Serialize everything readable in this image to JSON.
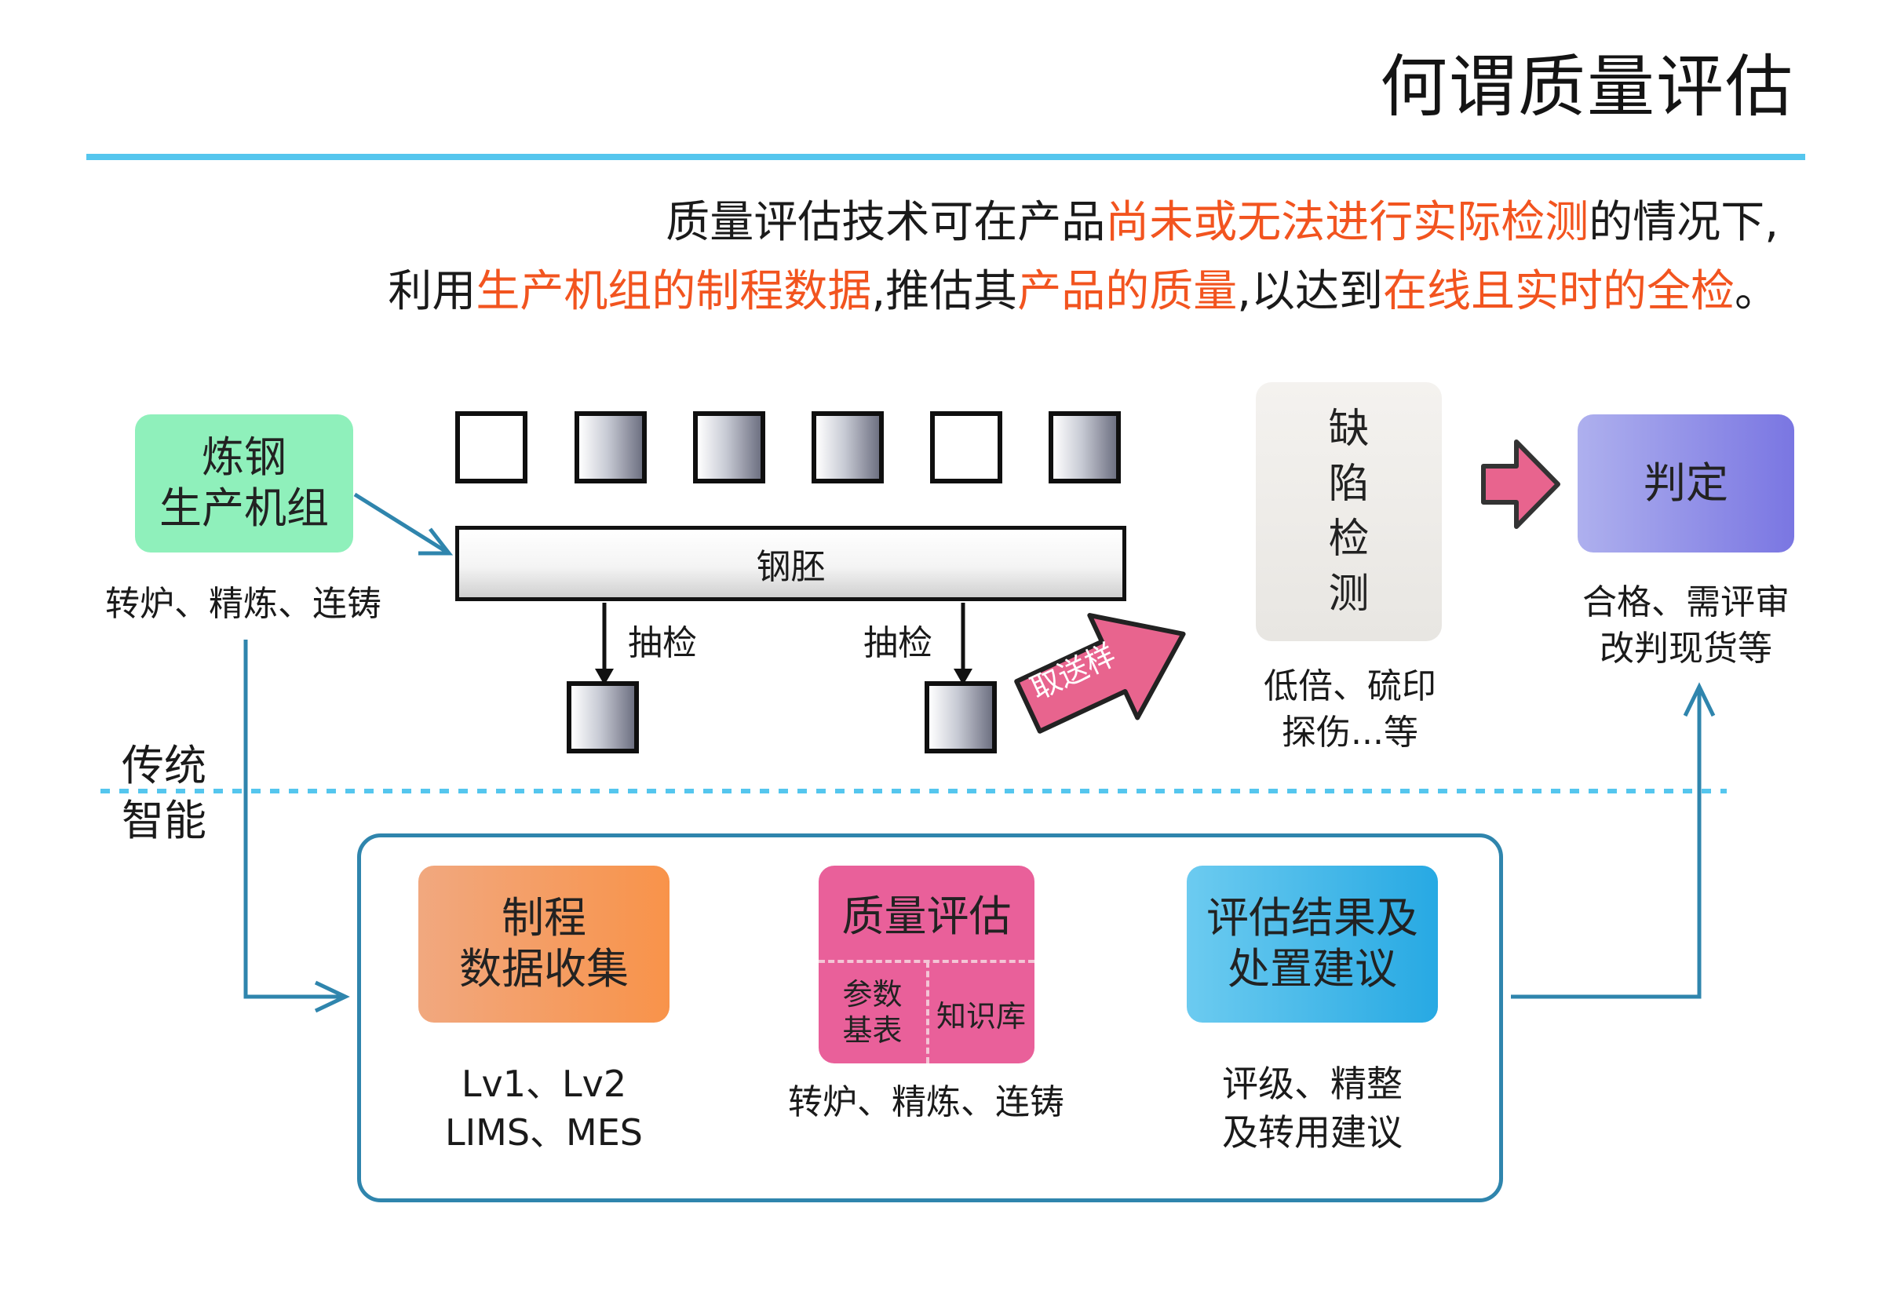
{
  "title": "何谓质量评估",
  "intro": {
    "line1": {
      "a": "质量评估技术可在产品",
      "b": "尚未或无法进行实际检测",
      "c": "的情况下,"
    },
    "line2": {
      "a": "利用",
      "b": "生产机组的制程数据",
      "c": ",推估其",
      "d": "产品的质量",
      "e": ",以达到",
      "f": "在线且实时的全检",
      "g": "。"
    }
  },
  "traditional": {
    "source_box": {
      "line1": "炼钢",
      "line2": "生产机组"
    },
    "source_caption": "转炉、精炼、连铸",
    "billet_label": "钢胚",
    "sampling_label_left": "抽检",
    "sampling_label_right": "抽检",
    "send_sample_label": "取送样",
    "inspect_box": {
      "c1": "缺",
      "c2": "陷",
      "c3": "检",
      "c4": "测"
    },
    "inspect_caption": {
      "line1": "低倍、硫印",
      "line2": "探伤...等"
    },
    "judge_box": "判定",
    "judge_caption": {
      "line1": "合格、需评审",
      "line2": "改判现货等"
    }
  },
  "divider": {
    "upper": "传统",
    "lower": "智能"
  },
  "smart": {
    "collect_box": {
      "line1": "制程",
      "line2": "数据收集"
    },
    "collect_caption": {
      "line1": "Lv1、Lv2",
      "line2": "LIMS、MES"
    },
    "assess_box": {
      "title": "质量评估",
      "left_line1": "参数",
      "left_line2": "基表",
      "right": "知识库"
    },
    "assess_caption": "转炉、精炼、连铸",
    "result_box": {
      "line1": "评估结果及",
      "line2": "处置建议"
    },
    "result_caption": {
      "line1": "评级、精整",
      "line2": "及转用建议"
    }
  },
  "colors": {
    "accent_line": "#55c6ee",
    "highlight_text": "#f2541f",
    "flow_arrow": "#2f85ad",
    "pink_arrow": "#e8648e",
    "source_box": "#8ff0bb",
    "collect_box": "#f59a58",
    "assess_box": "#e9609a",
    "result_box": "#36b4e6",
    "judge_box": "#8a88e8"
  }
}
